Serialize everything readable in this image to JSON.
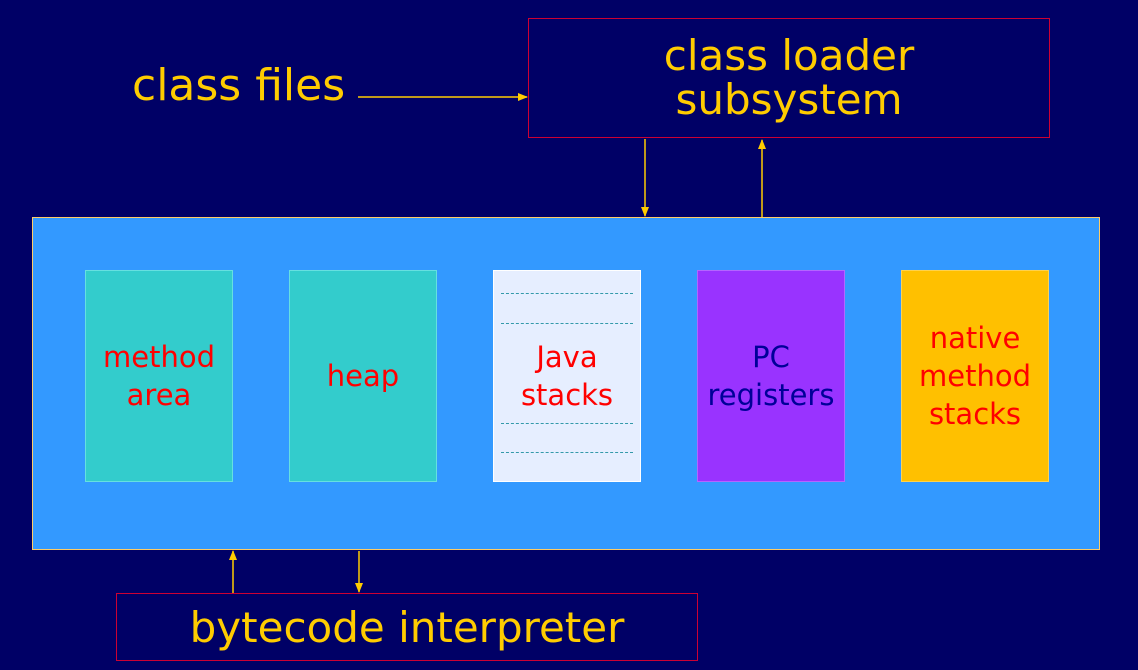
{
  "labels": {
    "class_files": "class files",
    "class_loader_line1": "class loader",
    "class_loader_line2": "subsystem",
    "bytecode_interpreter": "bytecode interpreter"
  },
  "runtime_areas": {
    "method_area_line1": "method",
    "method_area_line2": "area",
    "heap": "heap",
    "java_stacks_line1": "Java",
    "java_stacks_line2": "stacks",
    "pc_registers_line1": "PC",
    "pc_registers_line2": "registers",
    "native_stacks_line1": "native",
    "native_stacks_line2": "method",
    "native_stacks_line3": "stacks"
  },
  "colors": {
    "background": "#000066",
    "label_text": "#FFCC00",
    "box_border": "#CC0033",
    "runtime_area": "#3399FF",
    "teal_area": "#33CCCC",
    "java_stack_area": "#E6EEFF",
    "pc_area": "#9933FF",
    "native_area": "#FFC000",
    "area_text_red": "#FF0000",
    "area_text_blue": "#000099",
    "arrow": "#FFCC00"
  }
}
